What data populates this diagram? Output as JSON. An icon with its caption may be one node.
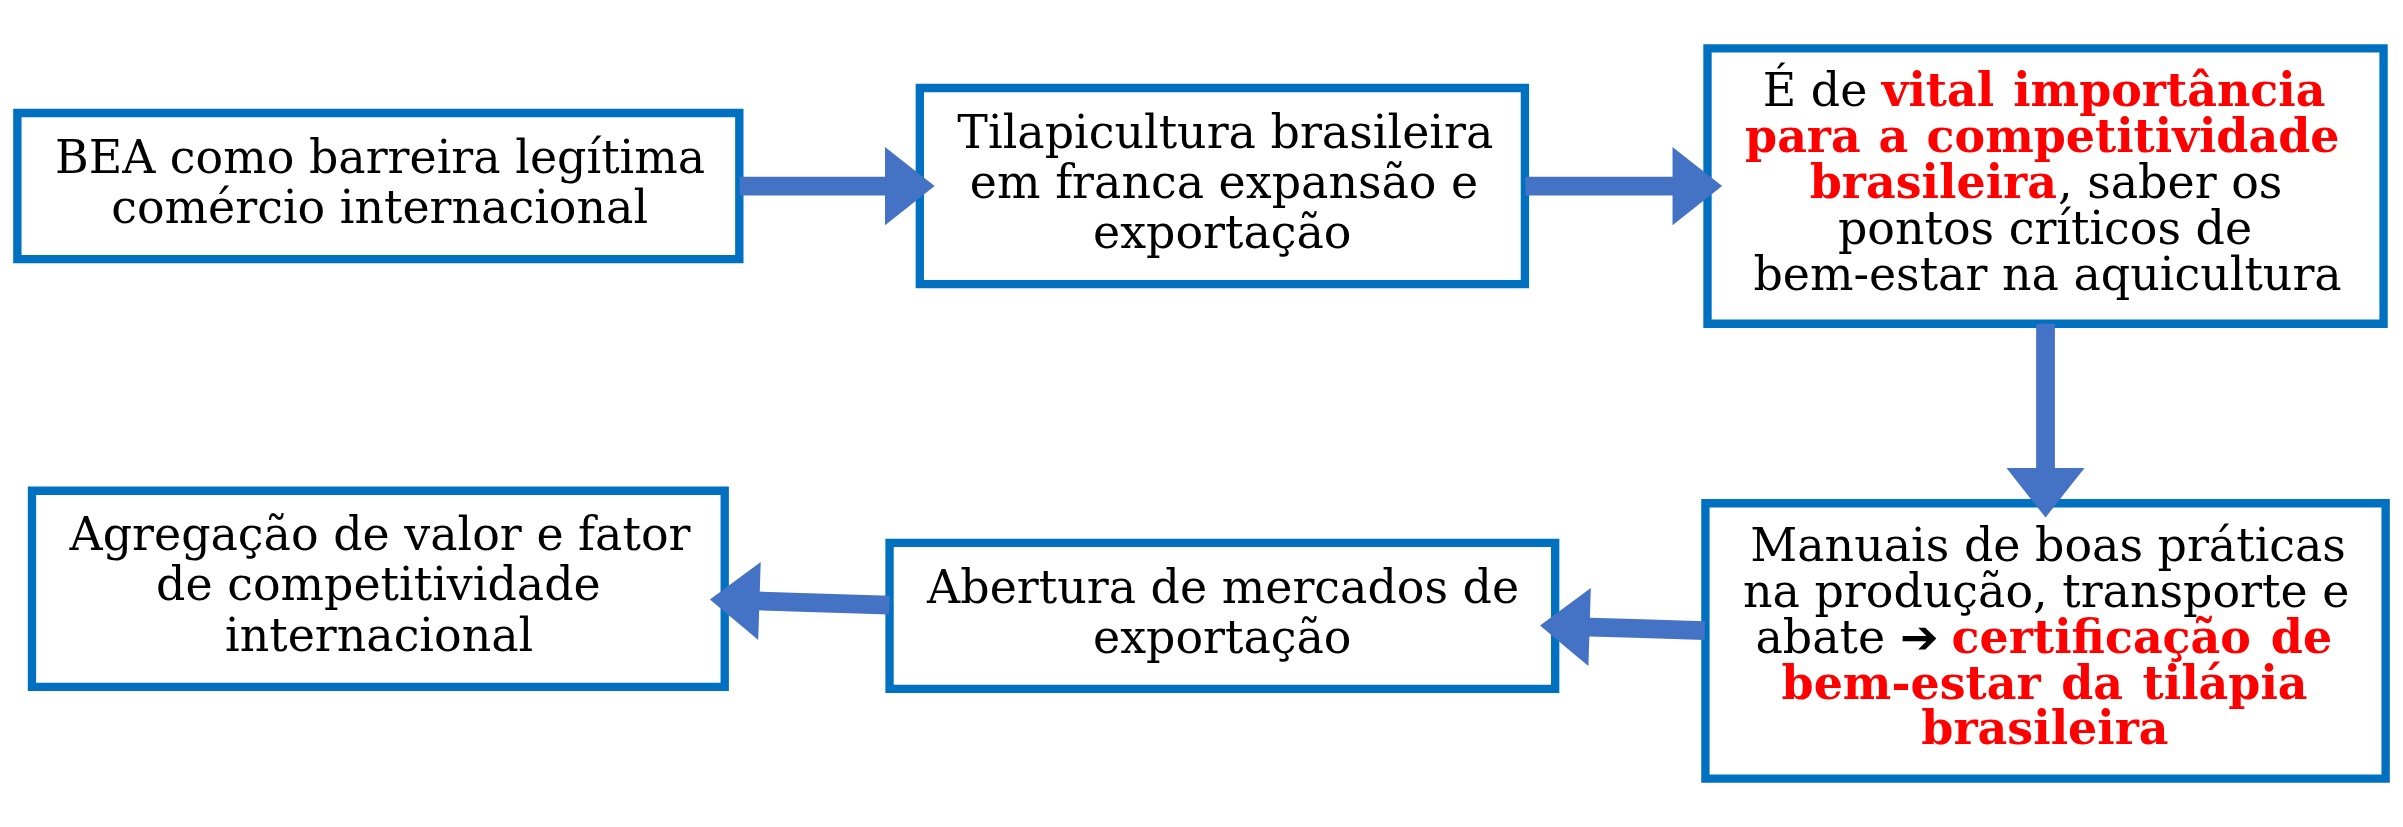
{
  "diagram": {
    "nodes": [
      {
        "text": [
          "BEA como barreira legítima comércio internacional"
        ]
      },
      {
        "text": [
          "Tilapicultura brasileira em franca expansão e exportação"
        ]
      },
      {
        "text": [
          "É de **vital importância para a competitividade brasileira**, saber os pontos críticos de bem-estar na aquicultura"
        ]
      },
      {
        "text": [
          "Manuais de boas práticas na produção, transporte e abate ➔ **certificação de bem-estar da tilápia brasileira**"
        ]
      },
      {
        "text": [
          "Abertura de mercados de exportação"
        ]
      },
      {
        "text": [
          "Agregação de valor e fator de competitividade internacional"
        ]
      }
    ],
    "edges": [
      {
        "from": 0,
        "to": 1,
        "arrow": "to"
      },
      {
        "from": 1,
        "to": 2,
        "arrow": "to"
      },
      {
        "from": 2,
        "to": 3,
        "arrow": "to"
      },
      {
        "from": 3,
        "to": 4,
        "arrow": "to"
      },
      {
        "from": 4,
        "to": 5,
        "arrow": "to"
      }
    ]
  }
}
